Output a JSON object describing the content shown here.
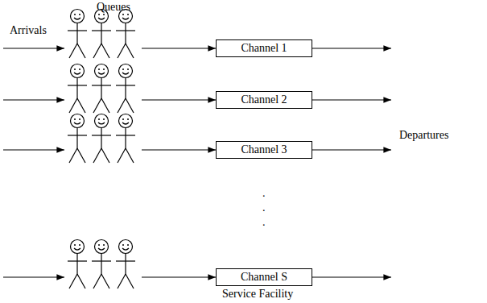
{
  "diagram": {
    "nodes": [
      {
        "text": [
          "Channel 1"
        ]
      },
      {
        "text": [
          "Channel 2"
        ]
      },
      {
        "text": [
          "Channel 3"
        ]
      },
      {
        "text": [
          "Channel S"
        ]
      }
    ],
    "labels": [
      "Queues",
      "Arrivals",
      ".",
      ".",
      ".",
      "Departures",
      "Service Facility"
    ]
  }
}
